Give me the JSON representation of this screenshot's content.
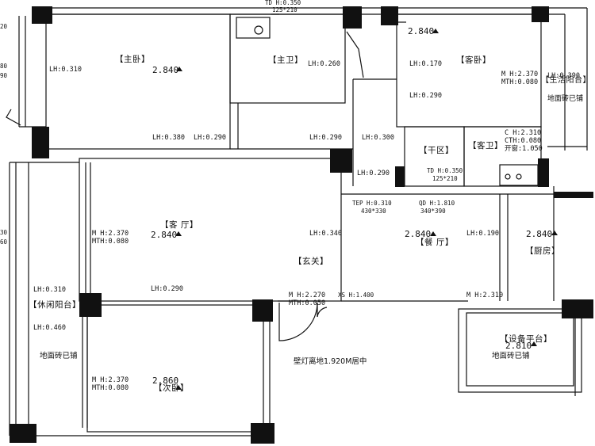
{
  "top_dim": {
    "value": "TD H:0.350",
    "size": "125*210"
  },
  "edge_marks": [
    "20",
    "80",
    "90",
    "30",
    "60"
  ],
  "rooms": {
    "master_bedroom": "【主卧】",
    "master_bath": "【主卫】",
    "guest_bedroom": "【客卧】",
    "living_balcony": "【生活阳台】",
    "dry_zone": "【干区】",
    "guest_bath": "【客卫】",
    "living_room": "【客 厅】",
    "entrance": "【玄关】",
    "dining": "【餐 厅】",
    "kitchen": "【厨房】",
    "leisure_balcony": "【休闲阳台】",
    "equipment_platform": "【设备平台】",
    "second_bedroom": "【次卧】"
  },
  "elevations": {
    "master_bedroom": "2.840",
    "guest_bedroom": "2.840",
    "living_room": "2.840",
    "dining": "2.840",
    "kitchen": "2.840",
    "equipment_platform": "2.810",
    "second_bedroom": "2.860"
  },
  "lh_labels": {
    "mb_left": "LH:0.310",
    "mb_bottom_1": "LH:0.380",
    "mb_bottom_2": "LH:0.290",
    "mbath": "LH:0.260",
    "corridor": "LH:0.290",
    "gb_1": "LH:0.170",
    "gb_2": "LH:0.290",
    "hall": "LH:0.300",
    "dry": "LH:0.290",
    "balcony": "LH:0.390",
    "living_right": "LH:0.340",
    "dining_right": "LH:0.190",
    "leisure_1": "LH:0.310",
    "leisure_2": "LH:0.460",
    "living_bottom": "LH:0.290"
  },
  "mh_labels": {
    "gb_mh": "M H:2.370",
    "gb_mth": "MTH:0.080",
    "lr_mh": "M H:2.370",
    "lr_mth": "MTH:0.080",
    "sb_mh": "M H:2.370",
    "sb_mth": "MTH:0.080",
    "door_mh": "M H:2.270",
    "door_mth": "MTH:0.050",
    "kitchen_mh": "M H:2.310"
  },
  "gb_ch": {
    "ch": "C H:2.310",
    "cth": "CTH:0.080",
    "open": "开窗:1.050"
  },
  "td_guest": {
    "value": "TD H:0.350",
    "size": "125*210"
  },
  "tep": {
    "value": "TEP H:0.310",
    "size": "430*330"
  },
  "qd": {
    "value": "QD H:1.810",
    "size": "340*390"
  },
  "xs": "XS H:1.400",
  "notes": {
    "tile_balcony": "地面砖已铺",
    "tile_leisure": "地面砖已铺",
    "tile_platform": "地面砖已铺",
    "wall_lamp": "壁灯离地1.920M居中"
  }
}
